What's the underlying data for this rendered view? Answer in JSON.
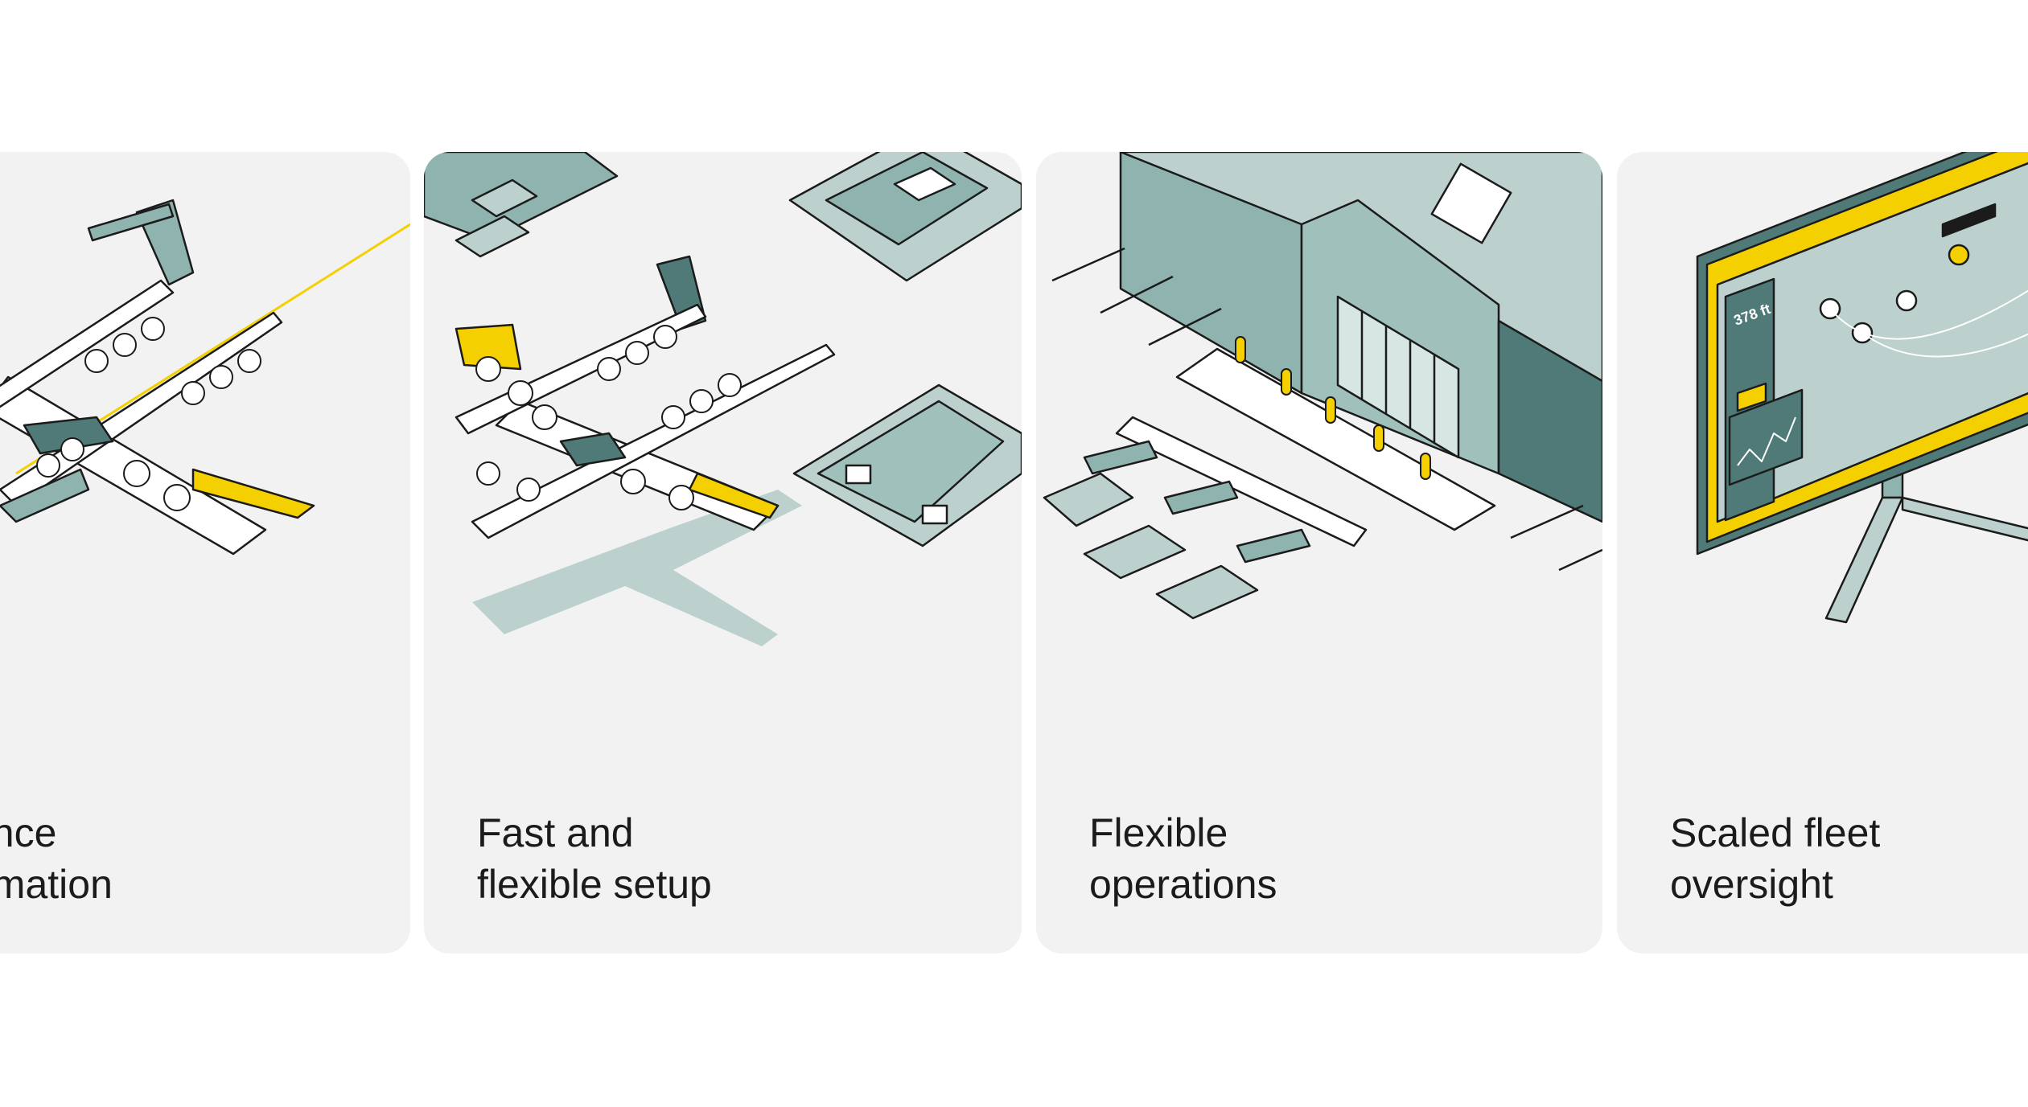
{
  "carousel": {
    "cards": [
      {
        "id": "card-1",
        "line1": "ence",
        "line2": "omation"
      },
      {
        "id": "card-2",
        "line1": "Fast and",
        "line2": "flexible setup"
      },
      {
        "id": "card-3",
        "line1": "Flexible",
        "line2": "operations"
      },
      {
        "id": "card-4",
        "line1": "Scaled fleet",
        "line2": "oversight"
      }
    ],
    "monitor": {
      "altitude": "378 ft"
    }
  },
  "colors": {
    "card_bg": "#f2f2f2",
    "teal": "#8fb3ae",
    "teal_dark": "#4f7a78",
    "teal_light": "#bcd1cd",
    "accent": "#f5d000",
    "ink": "#1b1b1b"
  }
}
